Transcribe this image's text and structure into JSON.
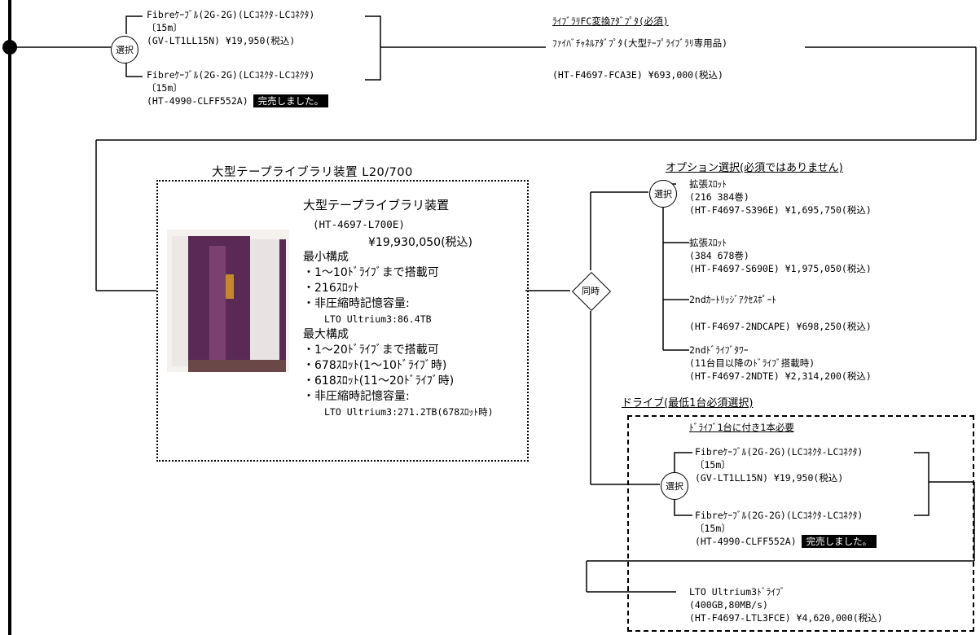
{
  "colors": {
    "text": "#000000",
    "background": "#ffffff",
    "soldout_bg": "#000000",
    "soldout_text": "#ffffff"
  },
  "select_label": "選択",
  "simultaneous_label": "同時",
  "sold_out": "完売しました。",
  "top_cable_group": {
    "cable1": {
      "name": "Fibreｹｰﾌﾞﾙ(2G-2G)(LCｺﾈｸﾀ-LCｺﾈｸﾀ)",
      "length": "〔15m〕",
      "code_price": "(GV-LT1LL15N)  ¥19,950(税込)"
    },
    "cable2": {
      "name": "Fibreｹｰﾌﾞﾙ(2G-2G)(LCｺﾈｸﾀ-LCｺﾈｸﾀ)",
      "length": "〔15m〕",
      "code": "(HT-4990-CLFF552A)"
    }
  },
  "adapter": {
    "heading": "ﾗｲﾌﾞﾗﾘFC変換ｱﾀﾞﾌﾟﾀ(必須)",
    "name": "ﾌｧｲﾊﾞﾁｬﾈﾙｱﾀﾞﾌﾟﾀ(大型ﾃｰﾌﾟﾗｲﾌﾞﾗﾘ専用品)",
    "code_price": "(HT-F4697-FCA3E)  ¥693,000(税込)"
  },
  "unit": {
    "box_title": "大型テープライブラリ装置  L20/700",
    "name": "大型テープライブラリ装置",
    "code": "(HT-4697-L700E)",
    "price": "¥19,930,050(税込)",
    "min_heading": "最小構成",
    "min_items": [
      "・1～10ﾄﾞﾗｲﾌﾞまで搭載可",
      "・216ｽﾛｯﾄ",
      "・非圧縮時記憶容量:"
    ],
    "min_capacity": "LTO Ultrium3:86.4TB",
    "max_heading": "最大構成",
    "max_items": [
      "・1～20ﾄﾞﾗｲﾌﾞまで搭載可",
      "・678ｽﾛｯﾄ(1～10ﾄﾞﾗｲﾌﾞ時)",
      "・618ｽﾛｯﾄ(11～20ﾄﾞﾗｲﾌﾞ時)",
      "・非圧縮時記憶容量:"
    ],
    "max_capacity": "LTO Ultrium3:271.2TB(678ｽﾛｯﾄ時)"
  },
  "options": {
    "heading": "オプション選択(必須ではありません)",
    "slot1": {
      "name": "拡張ｽﾛｯﾄ",
      "range": "(216  384巻)",
      "code_price": "(HT-F4697-S396E)  ¥1,695,750(税込)"
    },
    "slot2": {
      "name": "拡張ｽﾛｯﾄ",
      "range": "(384  678巻)",
      "code_price": "(HT-F4697-S690E)  ¥1,975,050(税込)"
    },
    "access_port": {
      "name": "2ndｶｰﾄﾘｯｼﾞｱｸｾｽﾎﾟｰﾄ",
      "code_price": "(HT-F4697-2NDCAPE)  ¥698,250(税込)"
    },
    "drive_tower": {
      "name": "2ndﾄﾞﾗｲﾌﾞﾀﾜｰ",
      "note": "(11台目以降のﾄﾞﾗｲﾌﾞ搭載時)",
      "code_price": "(HT-F4697-2NDTE)  ¥2,314,200(税込)"
    }
  },
  "drive": {
    "heading": "ドライブ(最低1台必須選択)",
    "sub_heading": "ﾄﾞﾗｲﾌﾞ1台に付き1本必要",
    "cable1": {
      "name": "Fibreｹｰﾌﾞﾙ(2G-2G)(LCｺﾈｸﾀ-LCｺﾈｸﾀ)",
      "length": "〔15m〕",
      "code_price": "(GV-LT1LL15N)  ¥19,950(税込)"
    },
    "cable2": {
      "name": "Fibreｹｰﾌﾞﾙ(2G-2G)(LCｺﾈｸﾀ-LCｺﾈｸﾀ)",
      "length": "〔15m〕",
      "code": "(HT-4990-CLFF552A)"
    },
    "lto": {
      "name": "LTO Ultrium3ﾄﾞﾗｲﾌﾞ",
      "spec": "(400GB,80MB/s)",
      "code_price": "(HT-F4697-LTL3FCE)  ¥4,620,000(税込)"
    }
  }
}
